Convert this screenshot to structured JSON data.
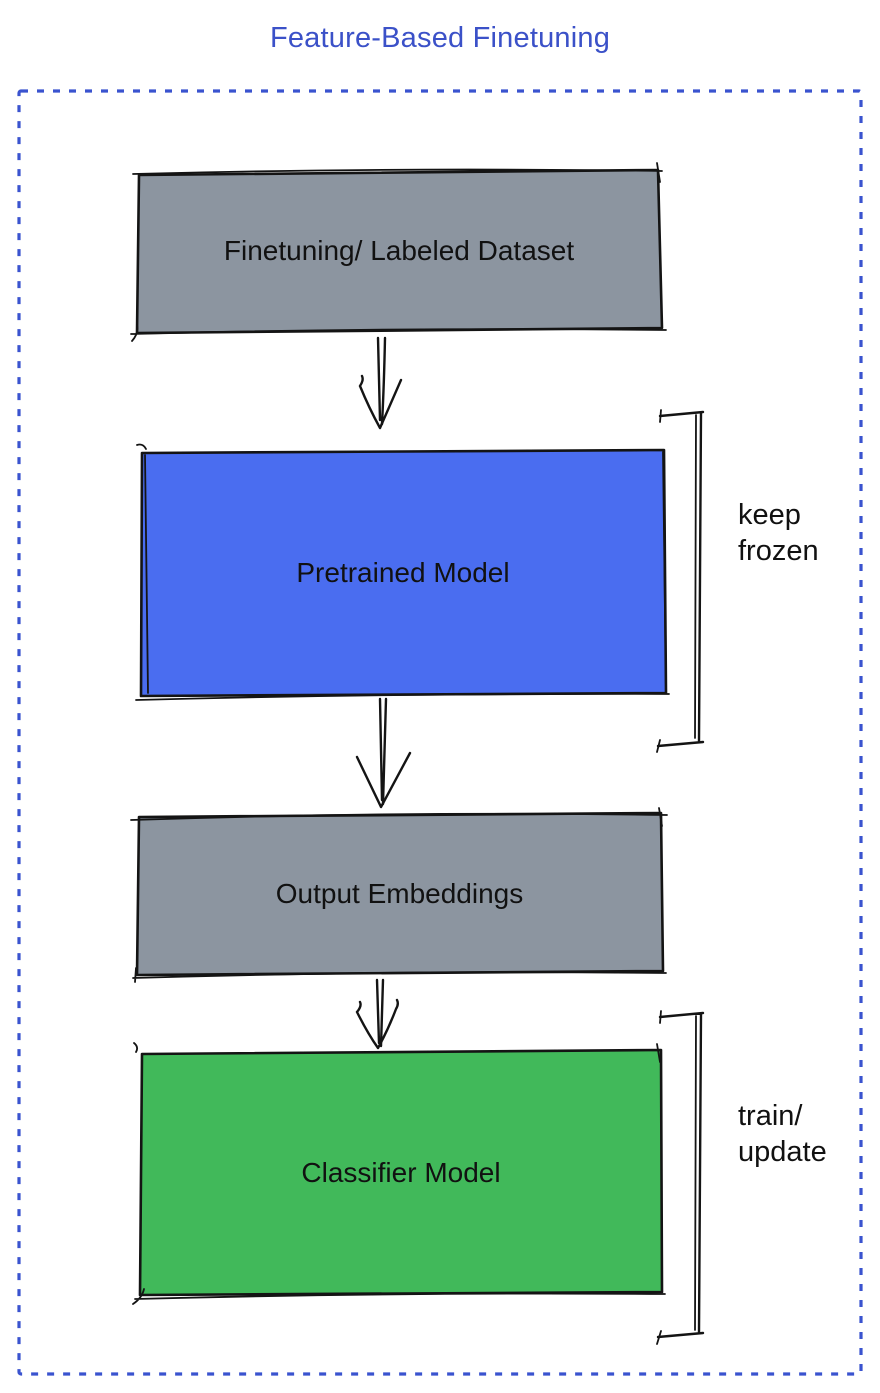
{
  "title": "Feature-Based Finetuning",
  "colors": {
    "title_blue": "#3b51c8",
    "border_blue": "#3a53cf",
    "box_gray": "#8c95a0",
    "box_blue": "#4a6df0",
    "box_green": "#41b95a",
    "ink": "#141414"
  },
  "boxes": [
    {
      "id": "finetuning-dataset",
      "label": "Finetuning/ Labeled Dataset"
    },
    {
      "id": "pretrained-model",
      "label": "Pretrained Model"
    },
    {
      "id": "output-embeddings",
      "label": "Output Embeddings"
    },
    {
      "id": "classifier-model",
      "label": "Classifier Model"
    }
  ],
  "annotations": [
    {
      "id": "keep-frozen",
      "text": "keep\nfrozen"
    },
    {
      "id": "train-update",
      "text": "train/\nupdate"
    }
  ]
}
